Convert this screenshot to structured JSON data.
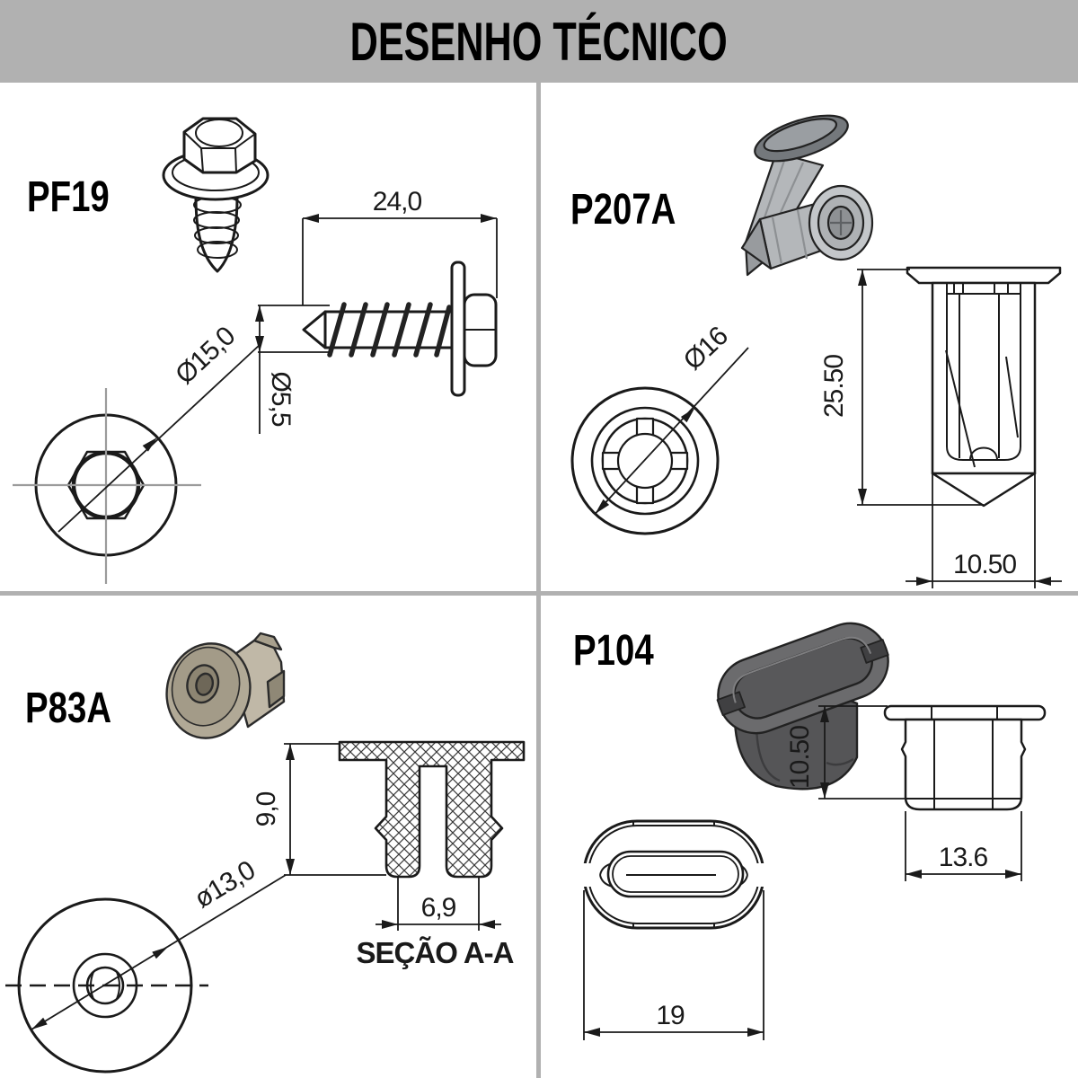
{
  "header": {
    "title": "DESENHO TÉCNICO"
  },
  "colors": {
    "header_bg": "#b1b1b1",
    "divider": "#b1b1b1",
    "line": "#1a1a1a",
    "centerline_gray": "#9b9b9b",
    "render_gray_light": "#b5b8bb",
    "render_gray_dark": "#6f7377",
    "render_tan": "#b1a996",
    "render_dark_grommet": "#5a5a5c"
  },
  "parts": {
    "pf19": {
      "label": "PF19",
      "dim_length": "24,0",
      "dim_head_diameter": "Ø15,0",
      "dim_shank_diameter": "Ø5,5"
    },
    "p207a": {
      "label": "P207A",
      "dim_flange_diameter": "Ø16",
      "dim_length": "25.50",
      "dim_body_width": "10.50"
    },
    "p83a": {
      "label": "P83A",
      "dim_height": "9,0",
      "dim_flange_diameter": "ø13,0",
      "dim_slot_width": "6,9",
      "section_label": "SEÇÃO A-A"
    },
    "p104": {
      "label": "P104",
      "dim_height": "10.50",
      "dim_body_width": "13.6",
      "dim_length": "19"
    }
  }
}
